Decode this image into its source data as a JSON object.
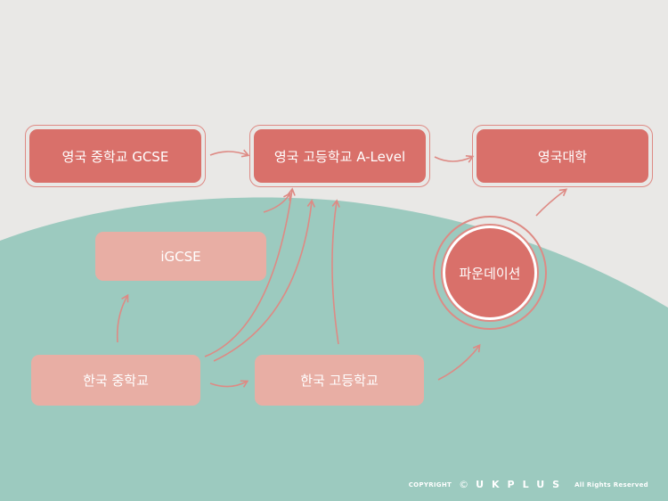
{
  "nodes": {
    "uk_middle": "영국 중학교 GCSE",
    "uk_high": "영국 고등학교 A-Level",
    "uk_univ": "영국대학",
    "igcse": "iGCSE",
    "foundation": "파운데이션",
    "kr_middle": "한국 중학교",
    "kr_high": "한국 고등학교"
  },
  "footer": {
    "copyright_label": "COPYRIGHT",
    "symbol": "©",
    "brand": "UKPLUS",
    "rights": "All Rights Reserved"
  },
  "colors": {
    "background": "#e9e8e6",
    "teal": "#9ccabf",
    "uk_box": "#d9706a",
    "kr_box": "#e8aea4",
    "arrow": "#de8a84"
  }
}
